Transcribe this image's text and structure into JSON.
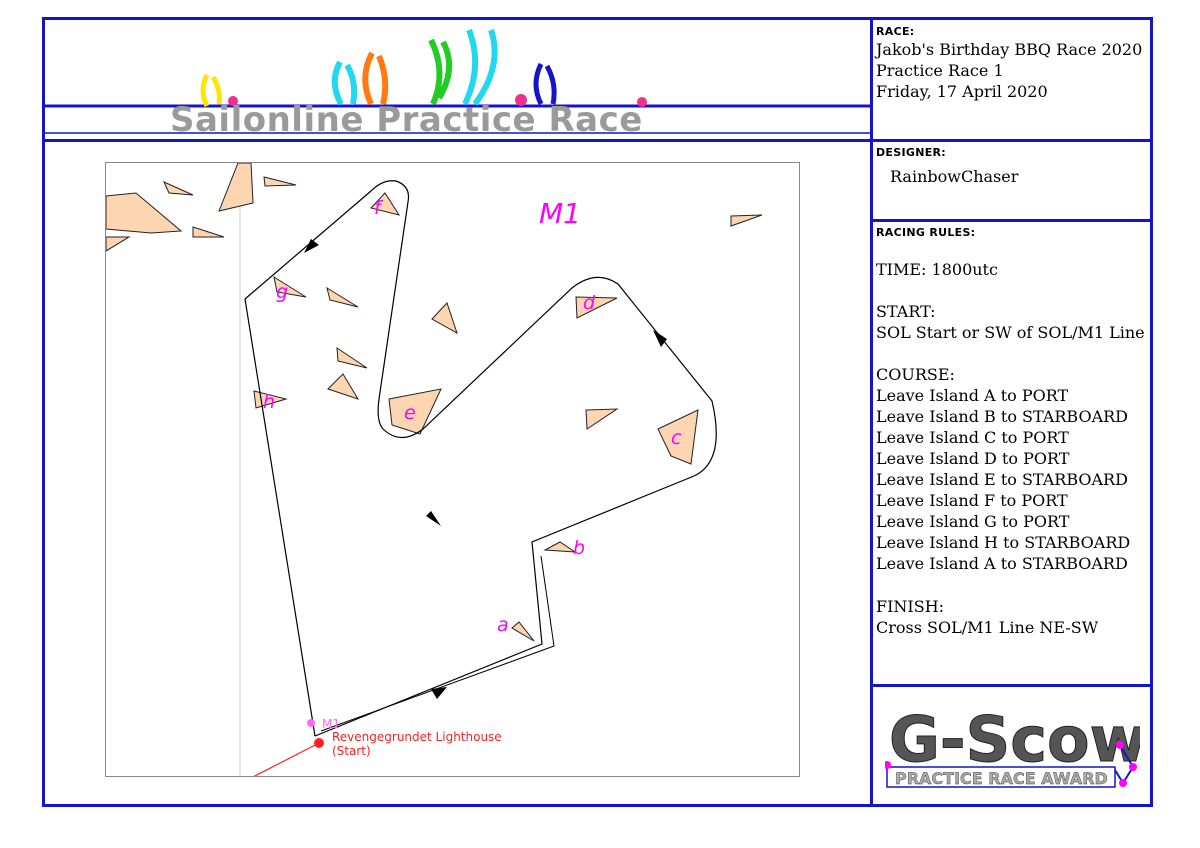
{
  "banner": {
    "title": "Sailonline Practice Race"
  },
  "race": {
    "label": "RACE:",
    "lines": [
      "Jakob's Birthday BBQ Race 2020",
      "Practice Race 1",
      "Friday, 17 April 2020"
    ]
  },
  "designer": {
    "label": "DESIGNER:",
    "name": "RainbowChaser"
  },
  "rules": {
    "label": "RACING RULES:",
    "time": "TIME: 1800utc",
    "start_heading": "START:",
    "start": "SOL Start or SW of SOL/M1 Line",
    "course_heading": "COURSE:",
    "course": [
      "Leave Island A to PORT",
      "Leave Island B to STARBOARD",
      "Leave Island C to PORT",
      "Leave Island D to PORT",
      "Leave Island E to STARBOARD",
      "Leave Island F to PORT",
      "Leave Island G to PORT",
      "Leave Island H to STARBOARD",
      "Leave Island A to STARBOARD"
    ],
    "finish_heading": "FINISH:",
    "finish": "Cross SOL/M1 Line NE-SW"
  },
  "map": {
    "mark_label": "M1",
    "small_mark_label": "M1",
    "lighthouse_label_1": "Revengegrundet Lighthouse",
    "lighthouse_label_2": "(Start)",
    "island_labels": [
      "a",
      "b",
      "c",
      "d",
      "e",
      "f",
      "g",
      "h"
    ],
    "colors": {
      "island_fill": "#fdd5b0",
      "label": "#ff00ff",
      "start": "#ff2020"
    }
  },
  "award": {
    "title": "G-Scow",
    "subtitle": "PRACTICE RACE AWARD"
  },
  "colors": {
    "frame": "#1414c8"
  }
}
